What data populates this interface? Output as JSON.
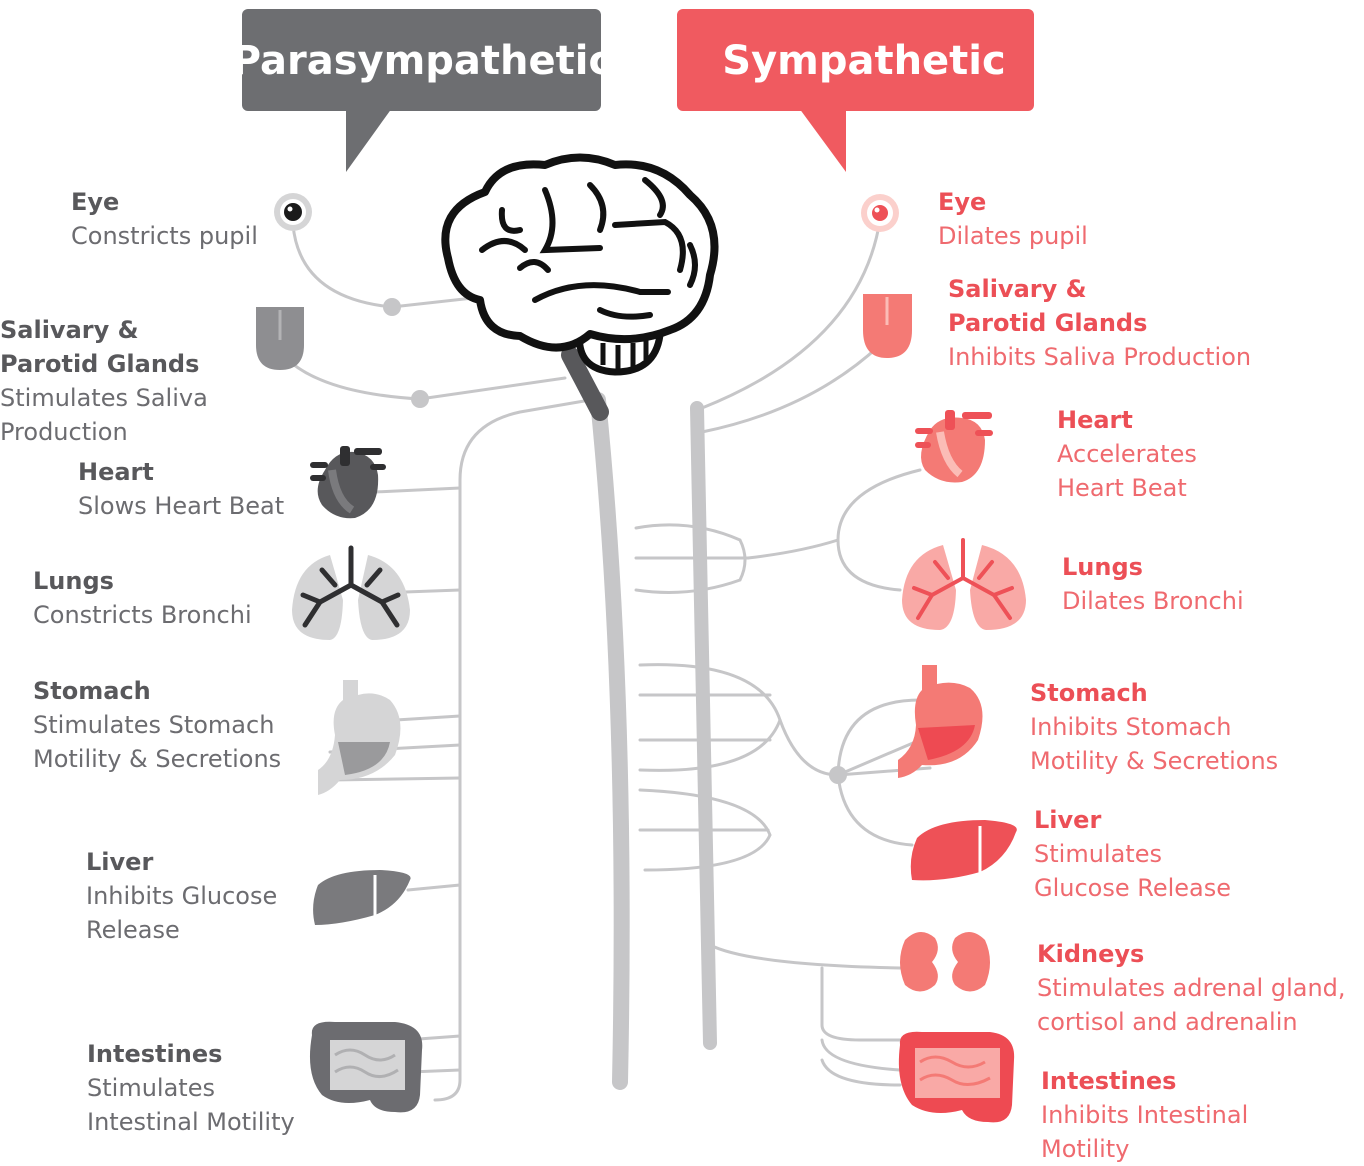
{
  "headers": {
    "parasympathetic": "Parasympathetic",
    "sympathetic": "Sympathetic"
  },
  "colors": {
    "parasympathetic": "#6d6e71",
    "sympathetic": "#f05a60",
    "nerve": "#c6c6c8",
    "para_organ_dark": "#58585b",
    "para_organ_light": "#d5d5d6",
    "symp_organ_dark": "#ee5157",
    "symp_organ_light": "#f9a9a6"
  },
  "parasympathetic": {
    "eye": {
      "title": "Eye",
      "desc": "Constricts pupil"
    },
    "salivary": {
      "title": "Salivary &\nParotid Glands",
      "desc": "Stimulates Saliva Production"
    },
    "heart": {
      "title": "Heart",
      "desc": "Slows Heart Beat"
    },
    "lungs": {
      "title": "Lungs",
      "desc": "Constricts Bronchi"
    },
    "stomach": {
      "title": "Stomach",
      "desc": "Stimulates Stomach\nMotility & Secretions"
    },
    "liver": {
      "title": "Liver",
      "desc": "Inhibits Glucose\nRelease"
    },
    "intestines": {
      "title": "Intestines",
      "desc": "Stimulates\nIntestinal Motility"
    }
  },
  "sympathetic": {
    "eye": {
      "title": "Eye",
      "desc": "Dilates pupil"
    },
    "salivary": {
      "title": "Salivary &\nParotid Glands",
      "desc": "Inhibits Saliva Production"
    },
    "heart": {
      "title": "Heart",
      "desc": "Accelerates\nHeart Beat"
    },
    "lungs": {
      "title": "Lungs",
      "desc": "Dilates Bronchi"
    },
    "stomach": {
      "title": "Stomach",
      "desc": "Inhibits Stomach\nMotility & Secretions"
    },
    "liver": {
      "title": "Liver",
      "desc": "Stimulates\nGlucose Release"
    },
    "kidneys": {
      "title": "Kidneys",
      "desc": "Stimulates adrenal gland,\ncortisol and adrenalin"
    },
    "intestines": {
      "title": "Intestines",
      "desc": "Inhibits Intestinal\nMotility"
    }
  }
}
